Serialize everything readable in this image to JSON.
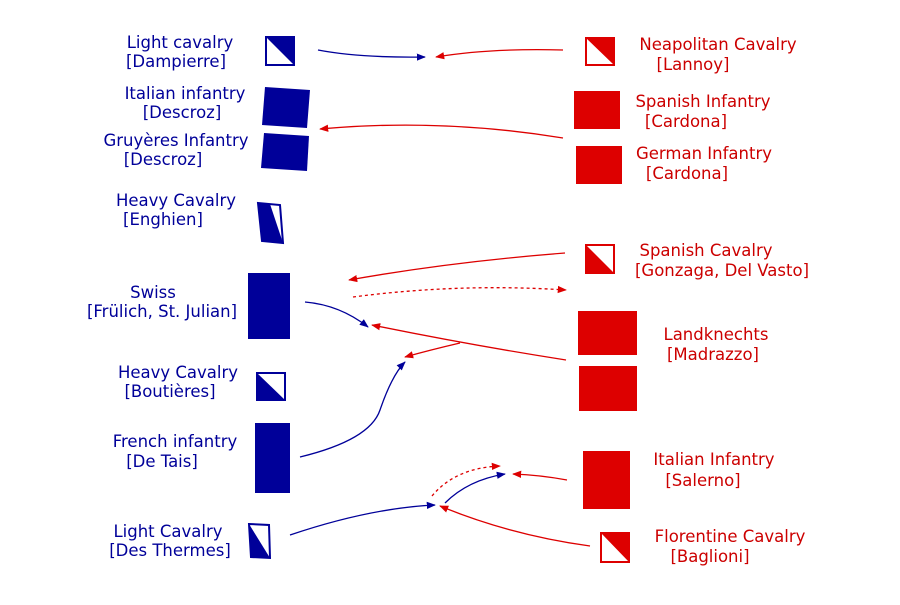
{
  "colors": {
    "french": "#000099",
    "imperial": "#dd0000",
    "red_text": "#cc0000",
    "background": "#ffffff"
  },
  "french_units": [
    {
      "name": "Light cavalry",
      "commander": "[Dampierre]"
    },
    {
      "name": "Italian infantry",
      "commander": "[Descroz]"
    },
    {
      "name": "Gruyères Infantry",
      "commander": "[Descroz]"
    },
    {
      "name": "Heavy Cavalry",
      "commander": "[Enghien]"
    },
    {
      "name": "Swiss",
      "commander": "[Frülich, St. Julian]"
    },
    {
      "name": "Heavy Cavalry",
      "commander": "[Boutières]"
    },
    {
      "name": "French infantry",
      "commander": "[De Tais]"
    },
    {
      "name": "Light Cavalry",
      "commander": "[Des Thermes]"
    }
  ],
  "imperial_units": [
    {
      "name": "Neapolitan Cavalry",
      "commander": "[Lannoy]"
    },
    {
      "name": "Spanish Infantry",
      "commander": "[Cardona]"
    },
    {
      "name": "German Infantry",
      "commander": "[Cardona]"
    },
    {
      "name": "Spanish Cavalry",
      "commander": "[Gonzaga, Del Vasto]"
    },
    {
      "name": "Landknechts",
      "commander": "[Madrazzo]"
    },
    {
      "name": "Italian Infantry",
      "commander": "[Salerno]"
    },
    {
      "name": "Florentine Cavalry",
      "commander": "[Baglioni]"
    }
  ]
}
